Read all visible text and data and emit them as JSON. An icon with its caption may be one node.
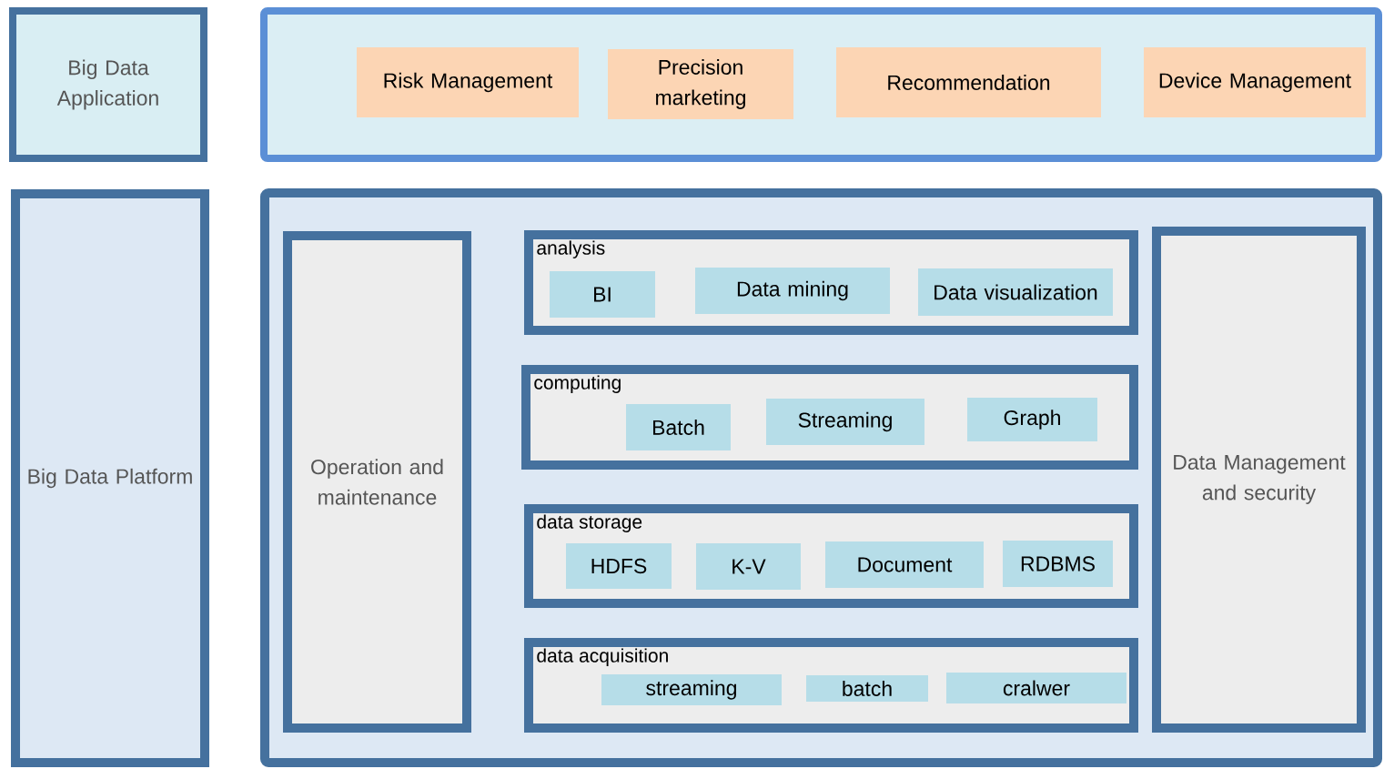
{
  "diagram": {
    "nodes": [
      {
        "text": [
          "Big Data Application"
        ]
      },
      {
        "text": [],
        "shape": "box"
      },
      {
        "text": [
          "Risk Management"
        ],
        "in": 1
      },
      {
        "text": [
          "Precision marketing"
        ],
        "in": 1
      },
      {
        "text": [
          "Recommendation"
        ],
        "in": 1
      },
      {
        "text": [
          "Device Management"
        ],
        "in": 1
      },
      {
        "text": [
          "Big Data Platform"
        ]
      },
      {
        "text": [],
        "shape": "box"
      },
      {
        "text": [
          "Operation and maintenance"
        ],
        "in": 7
      },
      {
        "text": [
          "analysis"
        ],
        "in": 7
      },
      {
        "text": [
          "BI"
        ],
        "in": 9
      },
      {
        "text": [
          "Data mining"
        ],
        "in": 9
      },
      {
        "text": [
          "Data visualization"
        ],
        "in": 9
      },
      {
        "text": [
          "computing"
        ],
        "in": 7
      },
      {
        "text": [
          "Batch"
        ],
        "in": 13
      },
      {
        "text": [
          "Streaming"
        ],
        "in": 13
      },
      {
        "text": [
          "Graph"
        ],
        "in": 13
      },
      {
        "text": [
          "data storage"
        ],
        "in": 7
      },
      {
        "text": [
          "HDFS"
        ],
        "in": 17
      },
      {
        "text": [
          "K-V"
        ],
        "in": 17
      },
      {
        "text": [
          "Document"
        ],
        "in": 17
      },
      {
        "text": [
          "RDBMS"
        ],
        "in": 17
      },
      {
        "text": [
          "data acquisition"
        ],
        "in": 7
      },
      {
        "text": [
          "streaming"
        ],
        "in": 22
      },
      {
        "text": [
          "batch"
        ],
        "in": 22
      },
      {
        "text": [
          "cralwer"
        ],
        "in": 22
      },
      {
        "text": [
          "Data Management and security"
        ],
        "in": 7
      }
    ]
  }
}
